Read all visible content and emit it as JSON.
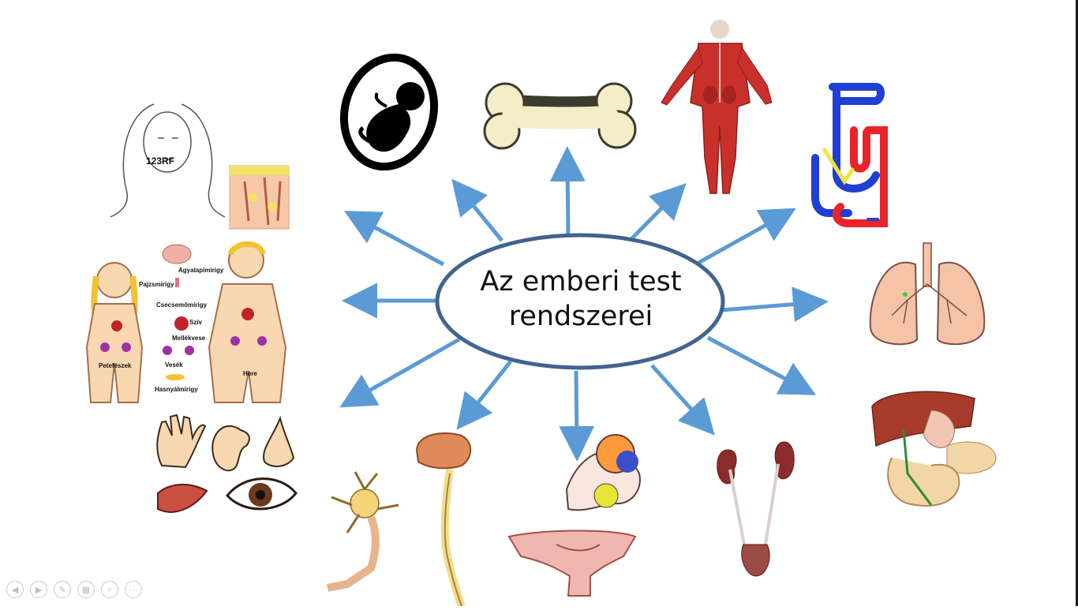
{
  "center": {
    "line1": "Az emberi test",
    "line2": "rendszerei"
  },
  "endocrine_labels": {
    "pituitary": "Agyalapimirigy",
    "thyroid": "Pajzsmirigy",
    "thymus": "Csecsemőmirigy",
    "heart": "Szív",
    "adrenal": "Mellékvese",
    "ovaries": "Petefészek",
    "kidneys": "Vesék",
    "testes": "Here",
    "pancreas": "Hasnyálmirigy"
  },
  "watermark": "123RF",
  "toolbar": {
    "buttons": [
      {
        "name": "prev-slide-button",
        "glyph": "◀"
      },
      {
        "name": "next-slide-button",
        "glyph": "▶"
      },
      {
        "name": "pen-button",
        "glyph": "✎"
      },
      {
        "name": "slides-grid-button",
        "glyph": "▦"
      },
      {
        "name": "zoom-button",
        "glyph": "⌕"
      },
      {
        "name": "more-options-button",
        "glyph": "⋯"
      }
    ]
  },
  "colors": {
    "arrow": "#5b9bd5",
    "ellipse_border": "#41648f",
    "bone": "#f5ecc8",
    "muscle": "#c9302c",
    "vein": "#1f3fd6",
    "artery": "#e8242a",
    "lung": "#f4c3a8",
    "liver": "#a83a2c",
    "kidney": "#8c2c2a",
    "brain": "#e08a5a",
    "skin": "#f9d7b0"
  }
}
